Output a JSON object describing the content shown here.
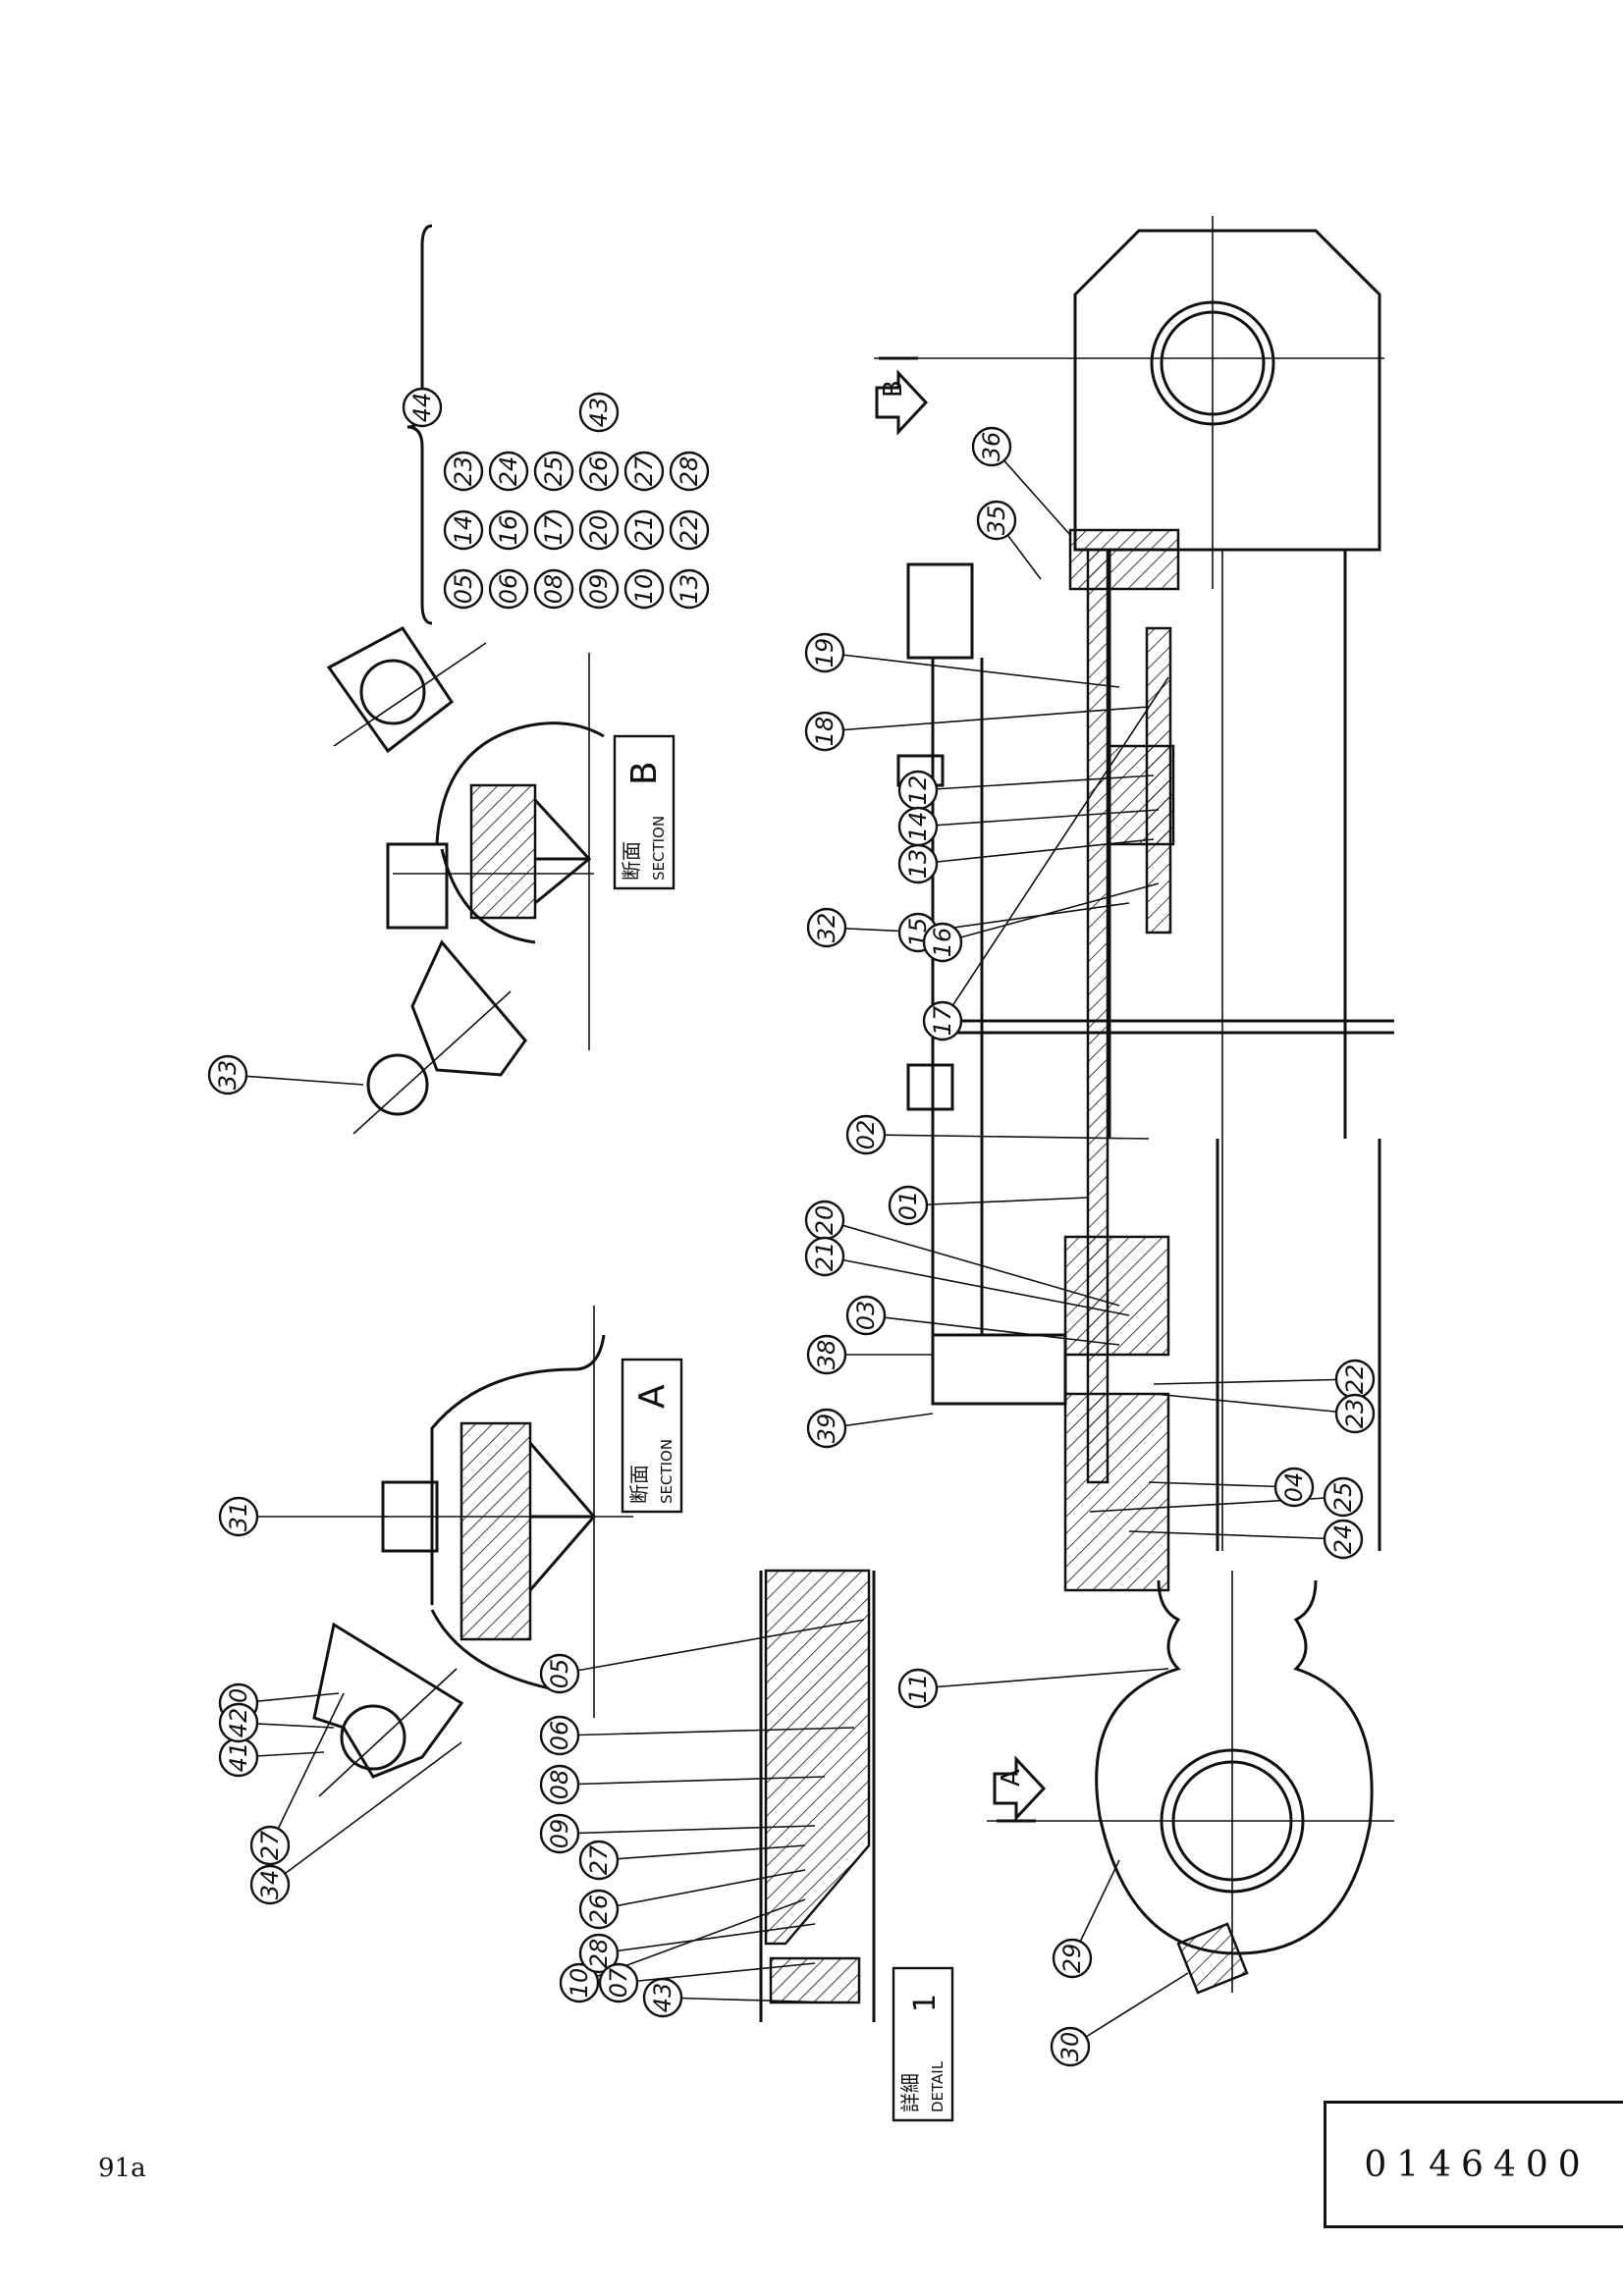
{
  "page_ref": "91a",
  "sheet_code": "0146400",
  "kit": {
    "label": "44",
    "parts": [
      "05",
      "06",
      "08",
      "09",
      "10",
      "13",
      "14",
      "16",
      "17",
      "20",
      "21",
      "22",
      "23",
      "24",
      "25",
      "26",
      "27",
      "28",
      "43"
    ]
  },
  "sections": {
    "a": {
      "jp": "断面",
      "en": "SECTION",
      "letter": "A"
    },
    "b": {
      "jp": "断面",
      "en": "SECTION",
      "letter": "B"
    },
    "detail": {
      "jp": "詳細",
      "en": "DETAIL",
      "number": "1"
    }
  },
  "view_markers": {
    "a": "A",
    "b": "B"
  },
  "balloons": {
    "main": [
      "01",
      "02",
      "03",
      "04",
      "11",
      "12",
      "13",
      "14",
      "15",
      "16",
      "17",
      "18",
      "19",
      "20",
      "21",
      "22",
      "23",
      "24",
      "25",
      "29",
      "30",
      "32",
      "35",
      "36",
      "38",
      "39"
    ],
    "section_a": [
      "31",
      "34",
      "27",
      "40",
      "41",
      "42"
    ],
    "section_b": [
      "33"
    ],
    "detail": [
      "05",
      "06",
      "08",
      "09",
      "10",
      "26",
      "27",
      "28",
      "07",
      "43"
    ]
  }
}
